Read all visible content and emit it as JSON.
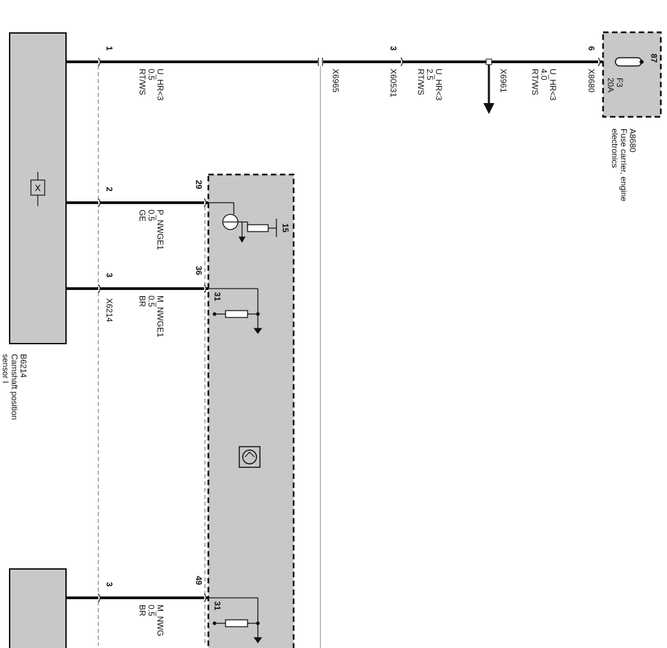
{
  "components": {
    "b6214": {
      "id": "B6214",
      "name_line1": "Camshaft position",
      "name_line2": "sensor I"
    },
    "a8680": {
      "id": "A8680",
      "name_line1": "Fuse carrier, engine",
      "name_line2": "electronics"
    },
    "fuse": {
      "pin": "87",
      "ref": "F3",
      "rating": "20A"
    }
  },
  "wires": {
    "w1": {
      "pin": "1",
      "signal": "U_HR<3",
      "size": "0.5",
      "color": "RT/WS"
    },
    "w2": {
      "pin": "2",
      "signal": "P_NWGE1",
      "size": "0.5",
      "color": "GE"
    },
    "w3": {
      "pin": "3",
      "signal": "M_NWGE1",
      "size": "0.5",
      "color": "BR"
    },
    "w3_connector": "X6214",
    "w4": {
      "pin": "3",
      "signal": "M_NWG",
      "size": "0.5",
      "color": "BR"
    },
    "feed_mid": {
      "pin": "3",
      "signal": "U_HR<3",
      "size": "2.5",
      "color": "RT/WS"
    },
    "feed_fuse": {
      "pin": "6",
      "signal": "U_HR<3",
      "size": "4.0",
      "color": "RT/WS"
    }
  },
  "connectors": {
    "c1": "X6965",
    "c2": "X60531",
    "c3": "X6961",
    "c4": "X8680"
  },
  "ecu_pins": {
    "p29": "29",
    "p36": "36",
    "p49": "49",
    "p15": "15",
    "p31a": "31",
    "p31b": "31"
  }
}
